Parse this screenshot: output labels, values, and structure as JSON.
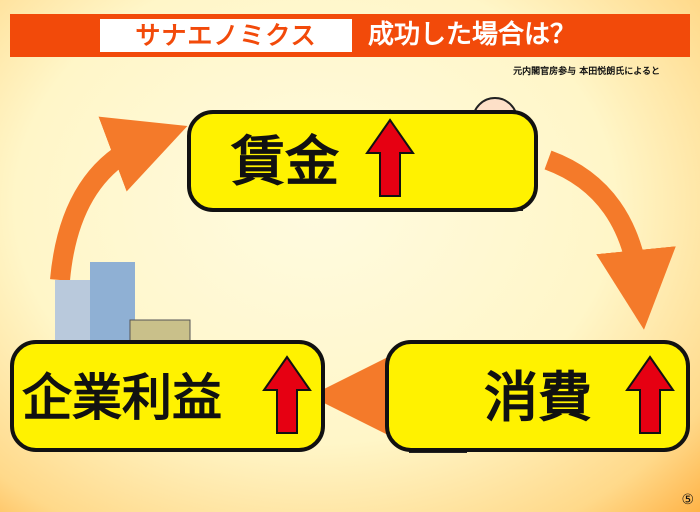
{
  "header": {
    "badge": "サナエノミクス",
    "title": "成功した場合は？"
  },
  "source_note": "元内閣官房参与 本田悦朗氏によると",
  "cycle": [
    {
      "label": "賃金",
      "trend": "up"
    },
    {
      "label": "消費",
      "trend": "up"
    },
    {
      "label": "企業利益",
      "trend": "up"
    }
  ],
  "page_number": "⑤",
  "colors": {
    "title_bar": "#f24a0a",
    "box": "#fff200",
    "up_arrow": "#e60012",
    "flow_arrow": "#f47a2a"
  }
}
